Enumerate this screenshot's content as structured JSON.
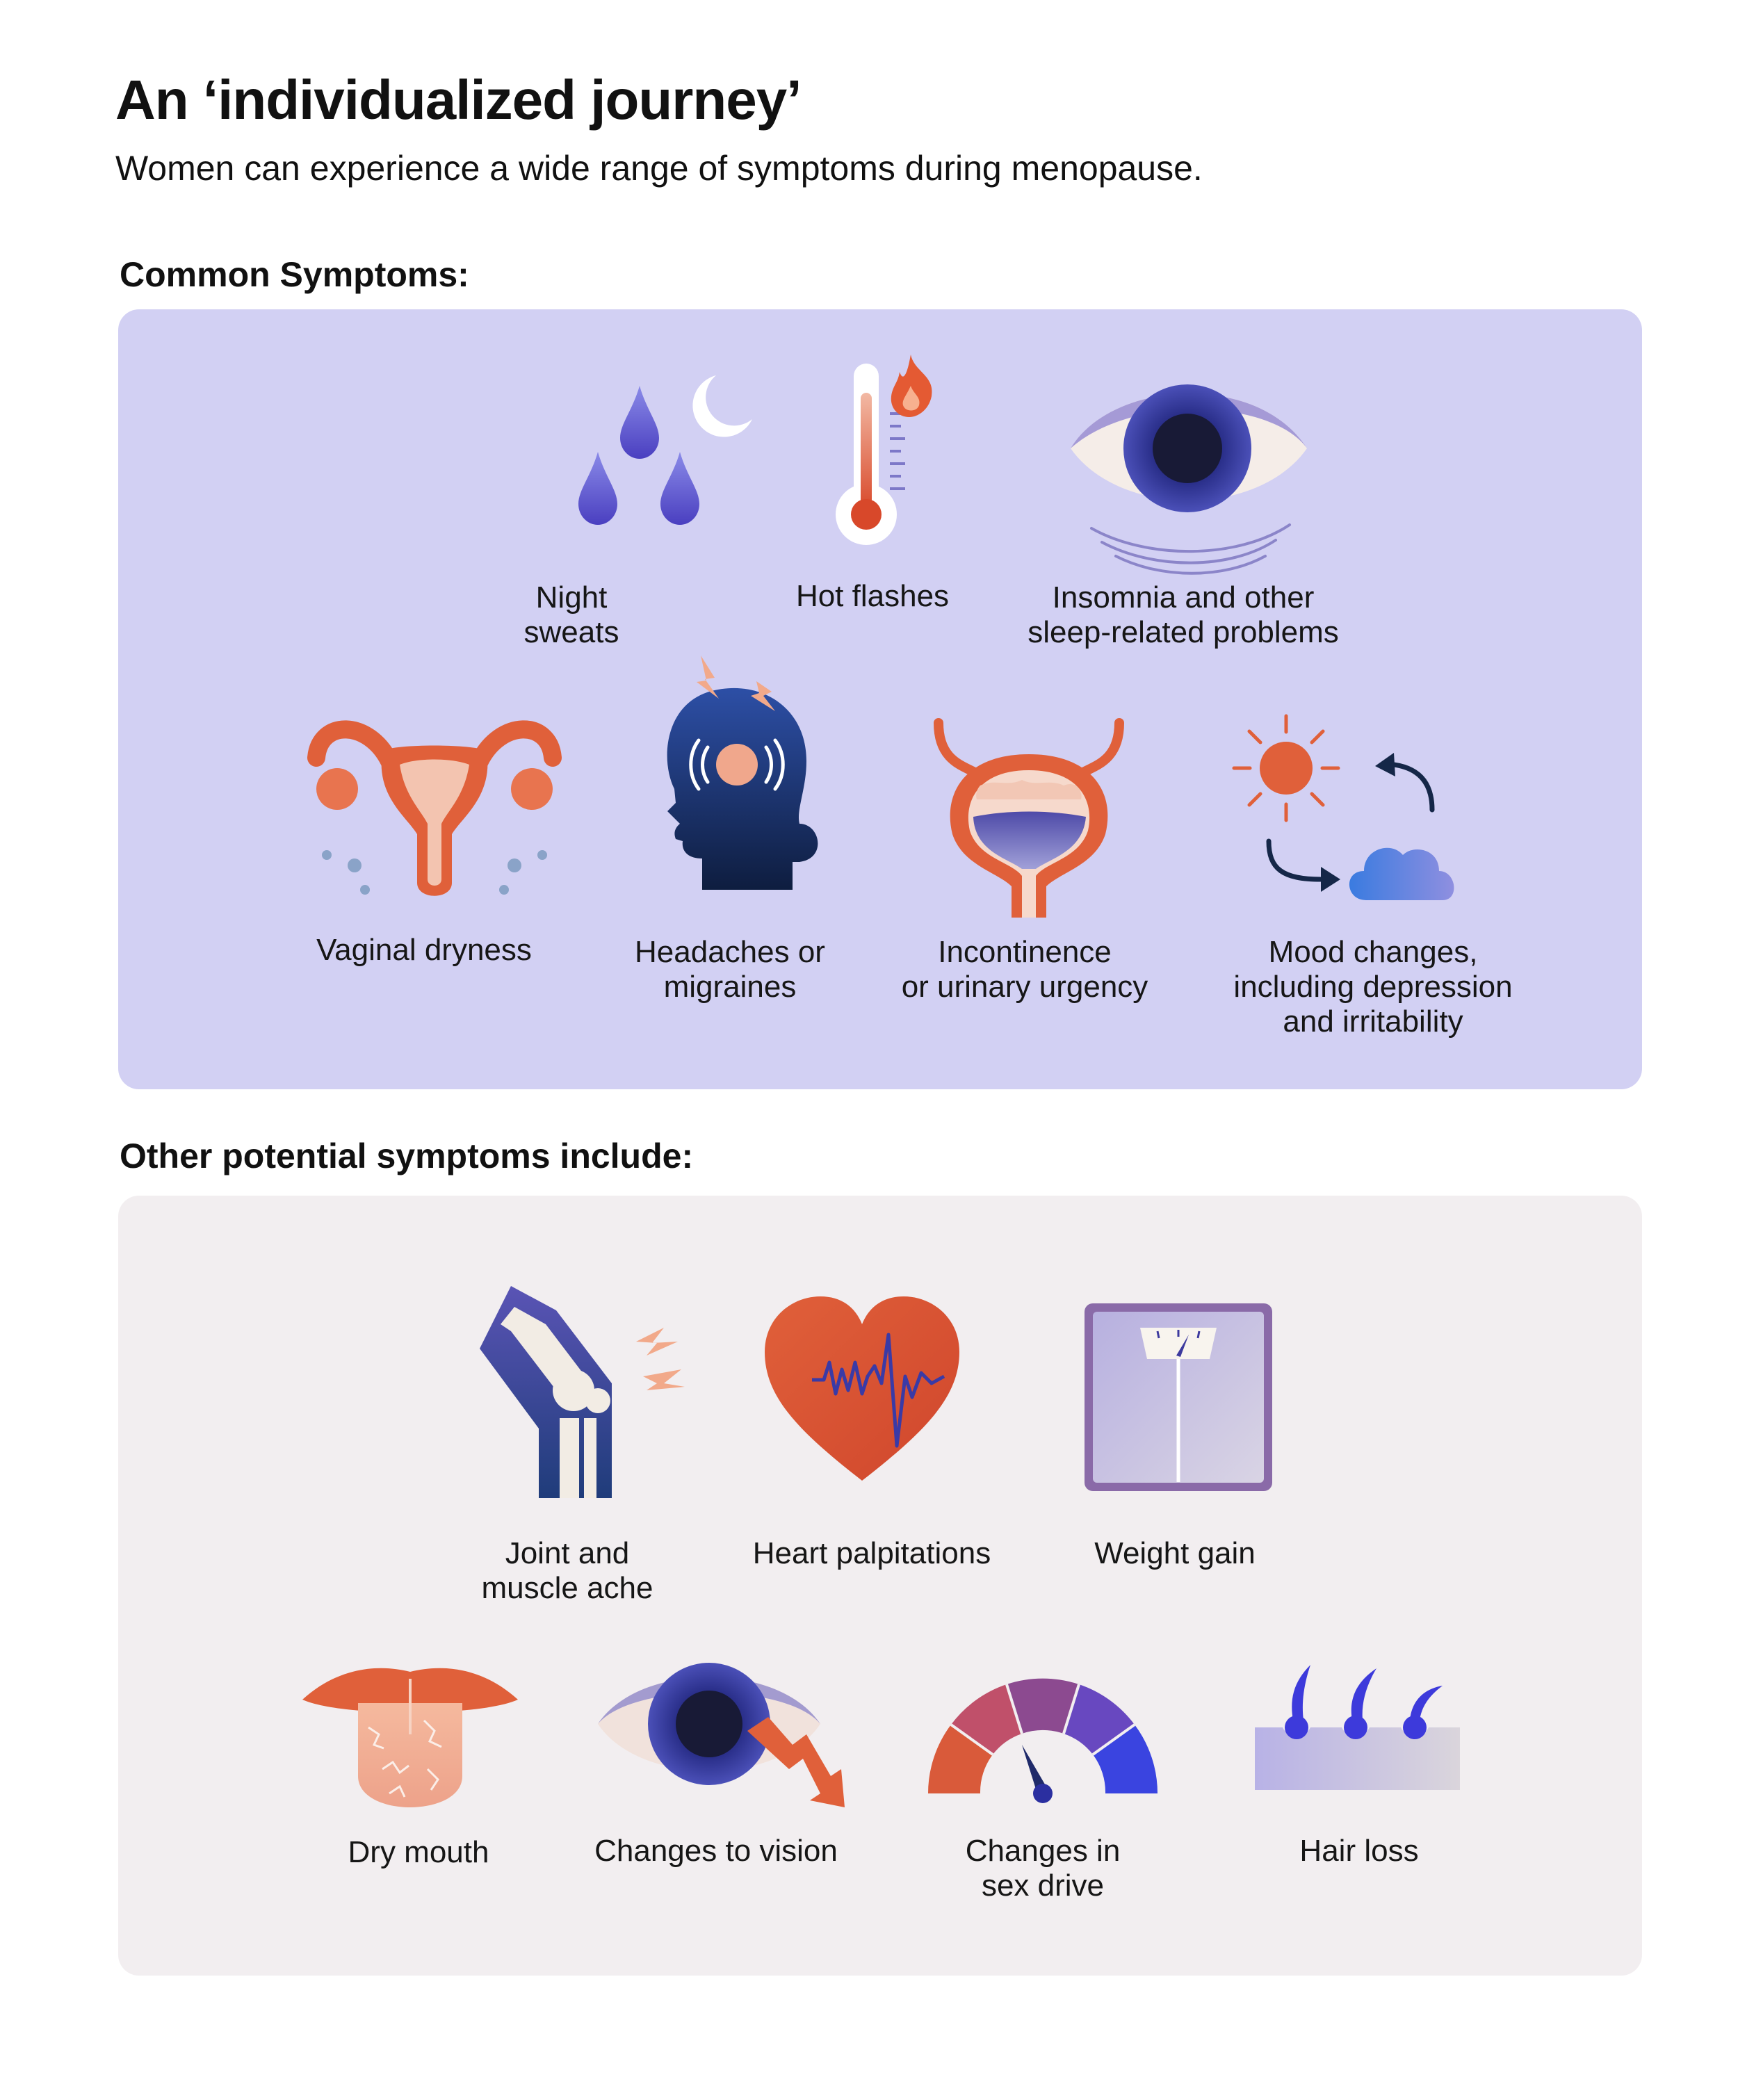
{
  "header": {
    "title": "An ‘individualized journey’",
    "subtitle": "Women can experience a wide range of symptoms during menopause."
  },
  "common": {
    "heading": "Common Symptoms:",
    "items": [
      {
        "label": "Night\nsweats",
        "icon": "sweat-drops-moon-icon"
      },
      {
        "label": "Hot flashes",
        "icon": "thermometer-flame-icon"
      },
      {
        "label": "Insomnia and other\nsleep-related problems",
        "icon": "eye-icon"
      },
      {
        "label": "Vaginal dryness",
        "icon": "uterus-icon"
      },
      {
        "label": "Headaches or\nmigraines",
        "icon": "head-lightning-icon"
      },
      {
        "label": "Incontinence\nor urinary urgency",
        "icon": "bladder-icon"
      },
      {
        "label": "Mood changes,\nincluding depression\nand irritability",
        "icon": "sun-cloud-cycle-icon"
      }
    ]
  },
  "other": {
    "heading": "Other potential symptoms include:",
    "items": [
      {
        "label": "Joint and\nmuscle ache",
        "icon": "knee-joint-icon"
      },
      {
        "label": "Heart palpitations",
        "icon": "heart-pulse-icon"
      },
      {
        "label": "Weight gain",
        "icon": "scale-icon"
      },
      {
        "label": "Dry mouth",
        "icon": "cracked-tongue-icon"
      },
      {
        "label": "Changes to vision",
        "icon": "eye-down-arrow-icon"
      },
      {
        "label": "Changes in\nsex drive",
        "icon": "gauge-icon"
      },
      {
        "label": "Hair loss",
        "icon": "hair-follicle-icon"
      }
    ]
  },
  "colors": {
    "common_bg": "#d2d0f3",
    "other_bg": "#f2eef0",
    "accent_orange": "#e0603a",
    "accent_blue": "#3d3a9e",
    "navy": "#152748"
  }
}
